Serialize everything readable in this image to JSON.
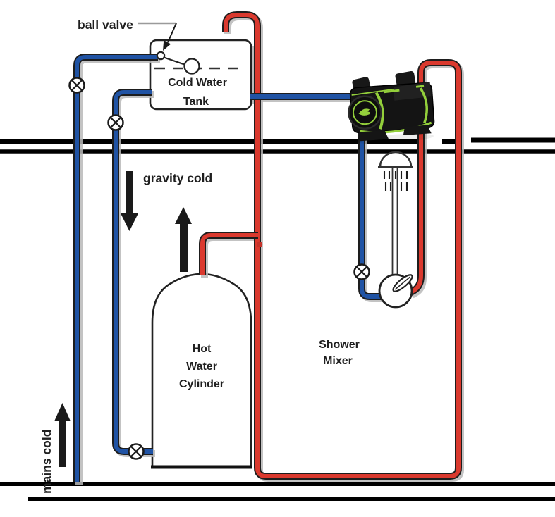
{
  "diagram": {
    "kind": "shower-pump-plumbing-schematic",
    "labels": {
      "ball_valve": "ball valve",
      "gravity_cold": "gravity cold",
      "mains_cold": "mains cold",
      "cold_water_tank": [
        "Cold Water",
        "Tank"
      ],
      "hot_water_cylinder": [
        "Hot",
        "Water",
        "Cylinder"
      ],
      "shower_mixer": [
        "Shower",
        "Mixer"
      ]
    },
    "colors": {
      "cold_pipe": "#2053a4",
      "hot_pipe": "#da392e",
      "pipe_outline": "#1d1d1d",
      "pipe_shadow": "#b9b9b9",
      "floor_line": "#000000",
      "label_text": "#1f1f1f",
      "leader_line": "#9a9a9a",
      "pump_body": "#141414",
      "pump_accent": "#93cf3b",
      "fixture_outline": "#222222"
    },
    "icons": {
      "gate_valve": "circle-cross-valve-icon",
      "ball_valve": "float-ball-valve-icon",
      "pump": "twin-shower-pump-icon",
      "shower_head": "shower-head-icon",
      "mixer": "mixer-dial-lever-icon",
      "flow_arrow": "flow-direction-arrow-icon"
    }
  }
}
